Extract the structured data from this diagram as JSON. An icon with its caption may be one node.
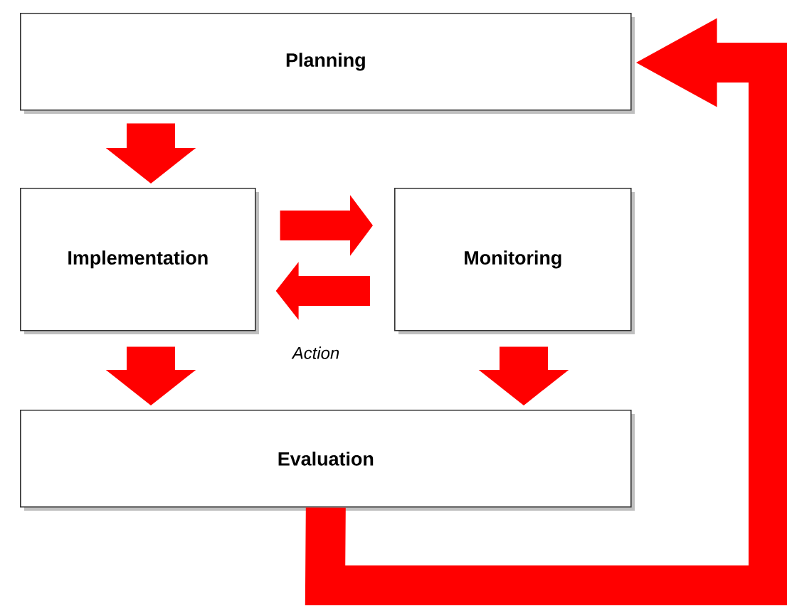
{
  "diagram": {
    "nodes": [
      {
        "text": [
          "Planning"
        ]
      },
      {
        "text": [
          "Implementation"
        ]
      },
      {
        "text": [
          "Monitoring"
        ]
      },
      {
        "text": [
          "Evaluation"
        ]
      }
    ],
    "edges": [
      {
        "from": 0,
        "to": 1,
        "arrow": "to"
      },
      {
        "from": 1,
        "to": 2,
        "arrow": "to"
      },
      {
        "from": 2,
        "to": 1,
        "arrow": "to"
      },
      {
        "from": 1,
        "to": 3,
        "arrow": "to"
      },
      {
        "from": 2,
        "to": 3,
        "arrow": "to"
      },
      {
        "from": 3,
        "to": 0,
        "arrow": "to"
      }
    ],
    "labels": [
      "Action"
    ]
  }
}
